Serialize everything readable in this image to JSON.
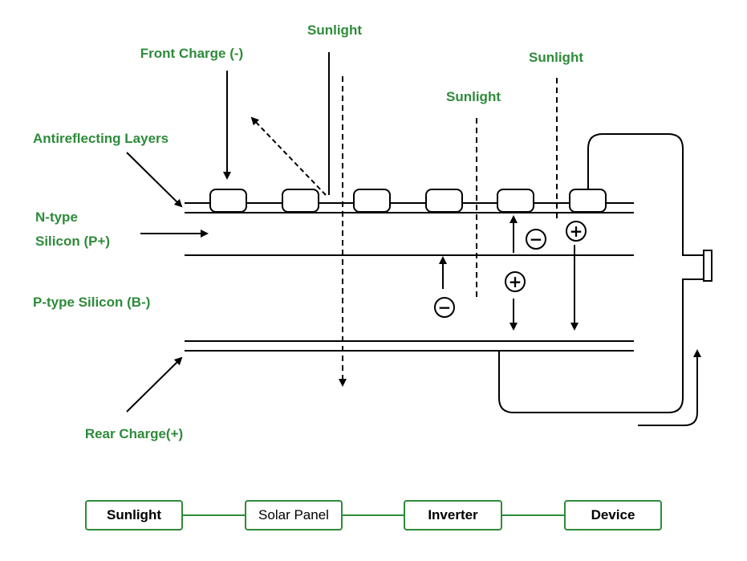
{
  "labels": {
    "front_charge": "Front Charge (-)",
    "antireflecting": "Antireflecting Layers",
    "n_type_line1": "N-type",
    "n_type_line2": "Silicon (P+)",
    "p_type": "P-type Silicon (B-)",
    "rear_charge": "Rear Charge(+)",
    "sunlight_1": "Sunlight",
    "sunlight_2": "Sunlight",
    "sunlight_3": "Sunlight"
  },
  "symbols": {
    "minus": "−",
    "plus": "+"
  },
  "flow": {
    "steps": [
      "Sunlight",
      "Solar Panel",
      "Inverter",
      "Device"
    ]
  },
  "colors": {
    "label_green": "#2e8b3a",
    "stroke": "#000000"
  }
}
